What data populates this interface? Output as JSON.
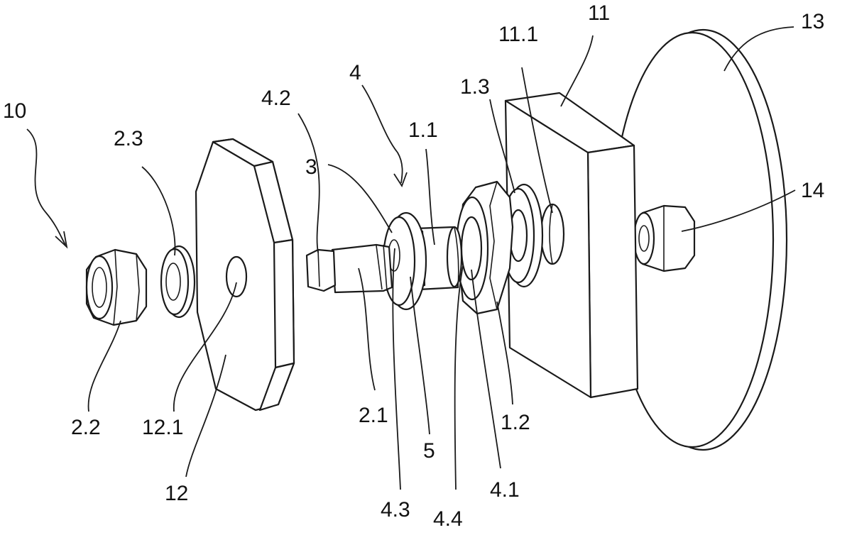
{
  "figure": {
    "labels": {
      "l10": "10",
      "l2_3": "2.3",
      "l2_2": "2.2",
      "l12_1": "12.1",
      "l12": "12",
      "l4_2": "4.2",
      "l3": "3",
      "l4": "4",
      "l1_1": "1.1",
      "l1_3": "1.3",
      "l11_1": "11.1",
      "l11": "11",
      "l13": "13",
      "l14": "14",
      "l2_1": "2.1",
      "l5": "5",
      "l1_2": "1.2",
      "l4_3": "4.3",
      "l4_4": "4.4",
      "l4_1": "4.1"
    }
  }
}
